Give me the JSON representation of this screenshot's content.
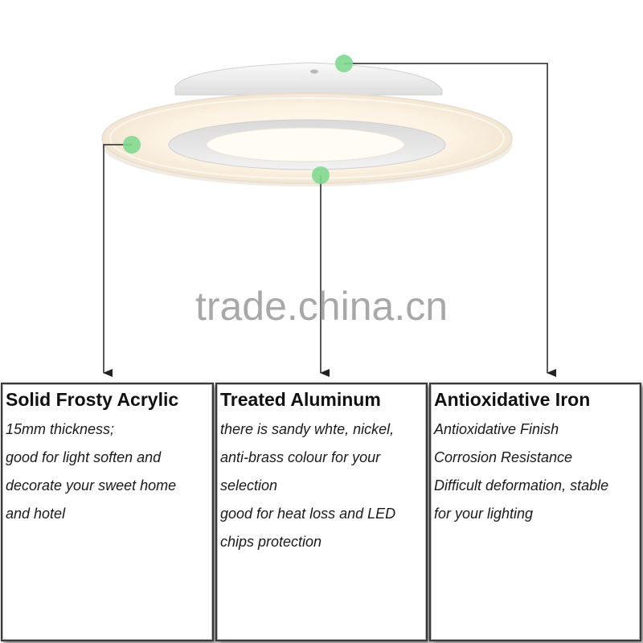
{
  "watermark": "trade.china.cn",
  "colors": {
    "marker": "#7fd98f",
    "line": "#222222",
    "panel_border": "#3a3a3a"
  },
  "panels": [
    {
      "title": "Solid Frosty Acrylic",
      "lines": [
        "15mm thickness;",
        "good for light soften and",
        "decorate your sweet home",
        "and hotel"
      ]
    },
    {
      "title": "Treated Aluminum",
      "lines": [
        "there is sandy whte, nickel,",
        "anti-brass colour for your",
        "selection",
        "good for heat loss and LED",
        "chips protection"
      ]
    },
    {
      "title": "Antioxidative Iron",
      "lines": [
        "Antioxidative Finish",
        "Corrosion Resistance",
        "Difficult deformation, stable",
        "for your lighting"
      ]
    }
  ]
}
